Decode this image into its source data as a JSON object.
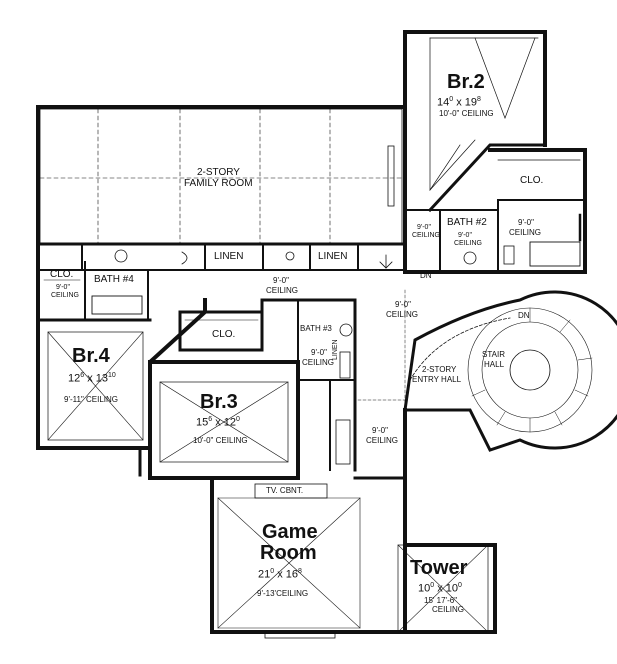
{
  "rooms": {
    "br2": {
      "name": "Br.2",
      "dims": "14 0 x 19 8",
      "dim_a": "14",
      "dim_a_sup": "0",
      "dim_b": "19",
      "dim_b_sup": "8",
      "ceiling": "10'-0\" CEILING"
    },
    "family_room": {
      "line1": "2-STORY",
      "line2": "FAMILY ROOM"
    },
    "clo_upper_right": "CLO.",
    "bath2": {
      "name": "BATH #2",
      "ceiling_a": "9'-0\"",
      "ceiling_b": "CEILING"
    },
    "ceiling_left_of_bath2": {
      "a": "9'-0\"",
      "b": "CEILING"
    },
    "ceiling_right_of_bath2": {
      "a": "9'-0\"",
      "b": "CEILING"
    },
    "clo_left": {
      "name": "CLO.",
      "ceiling_a": "9'-0\"",
      "ceiling_b": "CEILING"
    },
    "bath4": "BATH #4",
    "linen1": "LINEN",
    "linen2": "LINEN",
    "linen3": "LINEN",
    "dn1": "DN",
    "dn2": "DN",
    "hall_ceiling": {
      "a": "9'-0\"",
      "b": "CEILING"
    },
    "landing_ceiling": {
      "a": "9'-0\"",
      "b": "CEILING"
    },
    "br4": {
      "name": "Br.4",
      "dim_a": "12",
      "dim_a_sup": "6",
      "dim_b": "13",
      "dim_b_sup": "10",
      "ceiling": "9'-11\" CEILING"
    },
    "clo_mid": "CLO.",
    "bath3": "BATH #3",
    "bath3_ceiling": {
      "a": "9'-0\"",
      "b": "CEILING"
    },
    "br3": {
      "name": "Br.3",
      "dim_a": "15",
      "dim_a_sup": "6",
      "dim_b": "12",
      "dim_b_sup": "0",
      "ceiling": "10'-0\" CEILING"
    },
    "entry_hall": {
      "a": "2-STORY",
      "b": "ENTRY HALL"
    },
    "stair_hall": {
      "a": "STAIR",
      "b": "HALL"
    },
    "lower_hall_ceiling": {
      "a": "9'-0\"",
      "b": "CEILING"
    },
    "tv_cabinet": "TV. CBNT.",
    "game_room": {
      "name_a": "Game",
      "name_b": "Room",
      "dim_a": "21",
      "dim_a_sup": "0",
      "dim_b": "16",
      "dim_b_sup": "8",
      "ceiling": "9'-13'CEILING"
    },
    "tower": {
      "name": "Tower",
      "dim_a": "10",
      "dim_a_sup": "0",
      "dim_b": "10",
      "dim_b_sup": "0",
      "ceiling_a": "15' 17'-6\"",
      "ceiling_b": "CEILING"
    }
  },
  "colors": {
    "wall": "#111111",
    "line": "#222222",
    "background": "#ffffff"
  }
}
